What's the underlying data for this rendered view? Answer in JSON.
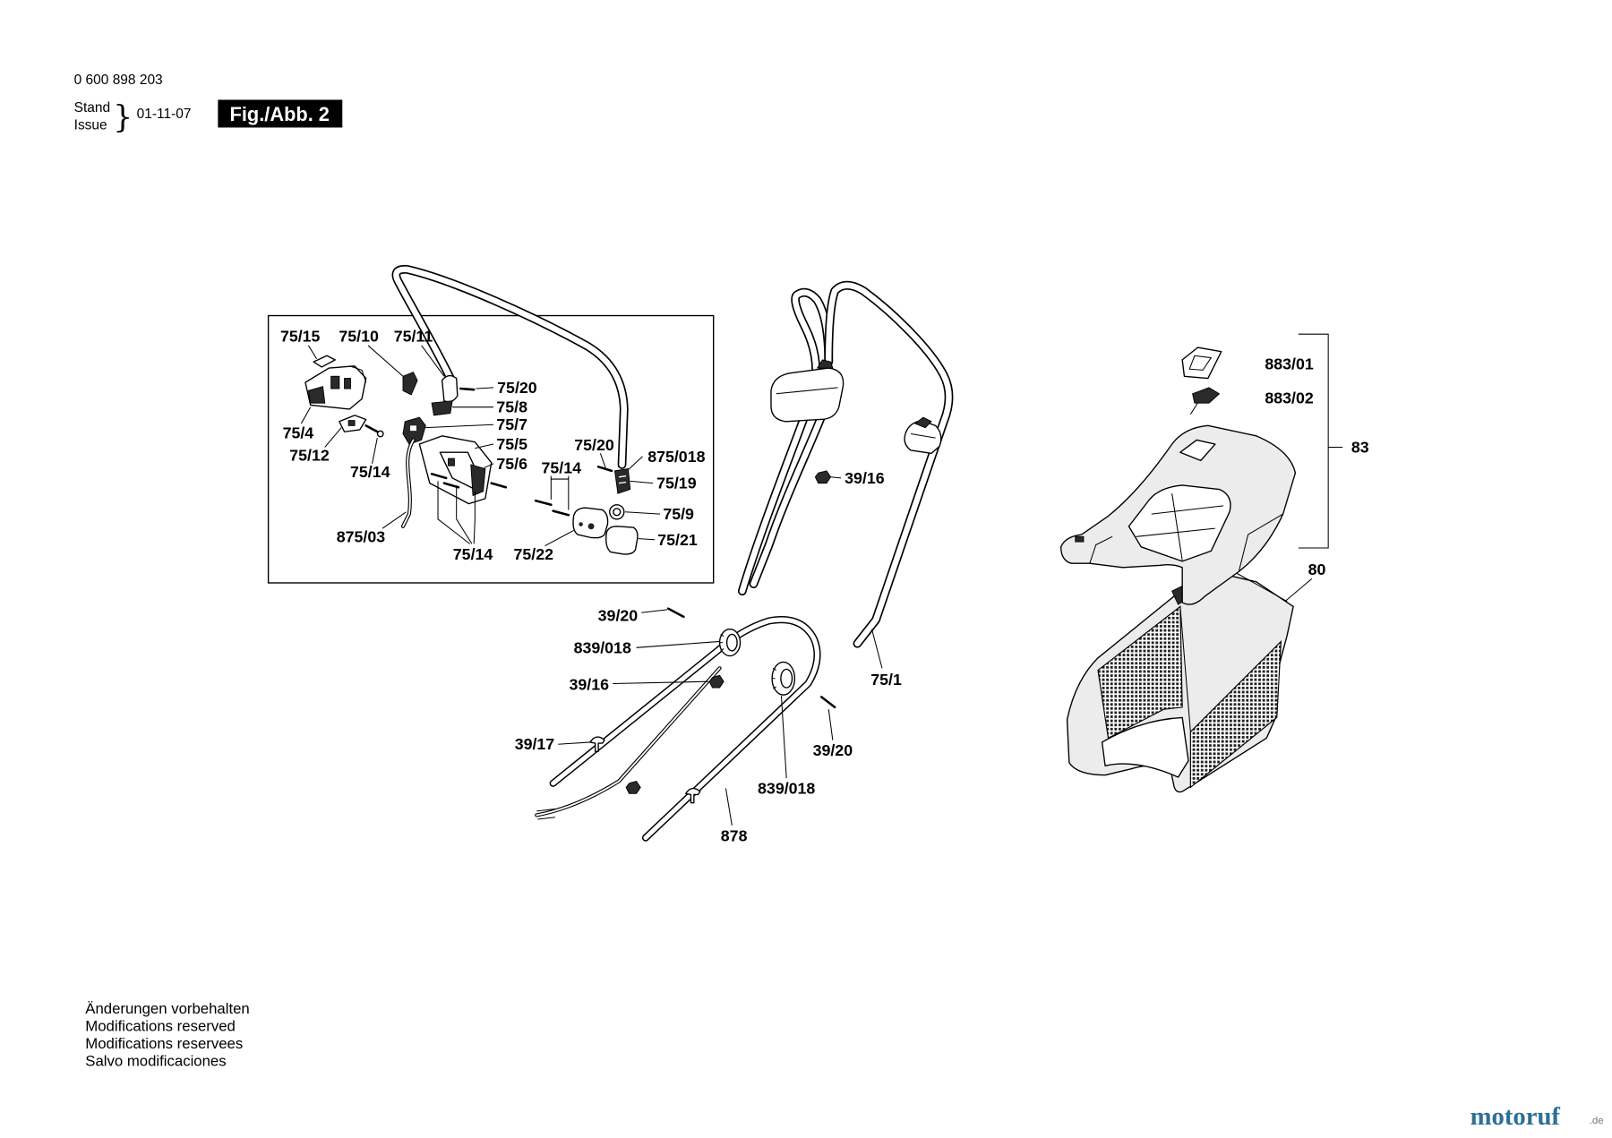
{
  "header": {
    "doc_number": "0 600 898 203",
    "stand": "Stand",
    "issue": "Issue",
    "brace": "}",
    "date": "01-11-07",
    "figure": "Fig./Abb. 2"
  },
  "callouts": {
    "inset": [
      "75/15",
      "75/10",
      "75/11",
      "75/20",
      "75/8",
      "75/7",
      "75/4",
      "75/12",
      "75/5",
      "75/6",
      "75/14",
      "875/03",
      "75/14",
      "75/22",
      "75/20",
      "875/018",
      "75/14",
      "75/19",
      "75/9",
      "75/21"
    ],
    "main": [
      "39/16",
      "39/20",
      "839/018",
      "39/16",
      "39/17",
      "39/20",
      "839/018",
      "878",
      "75/1",
      "883/01",
      "883/02",
      "83",
      "80"
    ]
  },
  "footer": {
    "notes": [
      "Änderungen vorbehalten",
      "Modifications reserved",
      "Modifications reservees",
      "Salvo modificaciones"
    ]
  },
  "watermark": {
    "name": "motoruf",
    "tld": ".de"
  },
  "colors": {
    "ink": "#000000",
    "shade": "#ececec",
    "logo": "#2e6f95",
    "logo_tld": "#777777"
  }
}
